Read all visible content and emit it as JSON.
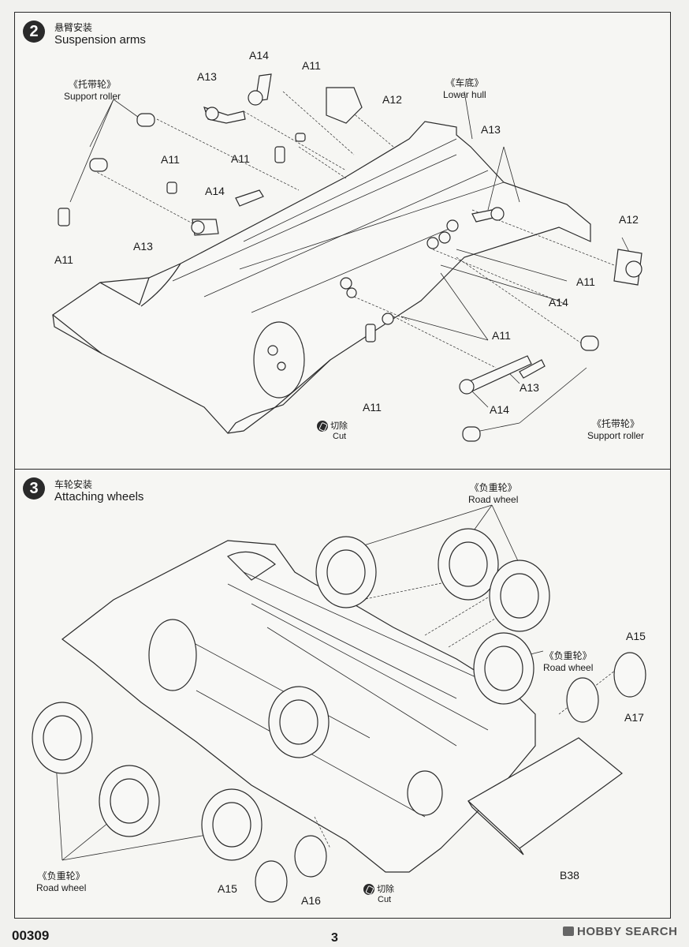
{
  "step2": {
    "number": "2",
    "title_cn": "悬臂安装",
    "title_en": "Suspension arms",
    "support_roller_left": {
      "cn": "《托带轮》",
      "en": "Support roller"
    },
    "lower_hull": {
      "cn": "《车底》",
      "en": "Lower hull"
    },
    "support_roller_right": {
      "cn": "《托带轮》",
      "en": "Support roller"
    },
    "cut": {
      "cn": "切除",
      "en": "Cut"
    },
    "parts": [
      "A14",
      "A13",
      "A11",
      "A12",
      "A11",
      "A11",
      "A14",
      "A11",
      "A13",
      "A13",
      "A12",
      "A11",
      "A14",
      "A11",
      "A13",
      "A14",
      "A11"
    ]
  },
  "step3": {
    "number": "3",
    "title_cn": "车轮安装",
    "title_en": "Attaching wheels",
    "road_wheel_top": {
      "cn": "《负重轮》",
      "en": "Road wheel"
    },
    "road_wheel_right": {
      "cn": "《负重轮》",
      "en": "Road wheel"
    },
    "road_wheel_left": {
      "cn": "《负重轮》",
      "en": "Road wheel"
    },
    "cut": {
      "cn": "切除",
      "en": "Cut"
    },
    "parts": [
      "A15",
      "A17",
      "B38",
      "A15",
      "A16"
    ]
  },
  "footer": {
    "code": "00309",
    "page": "3",
    "watermark": "HOBBY SEARCH"
  }
}
